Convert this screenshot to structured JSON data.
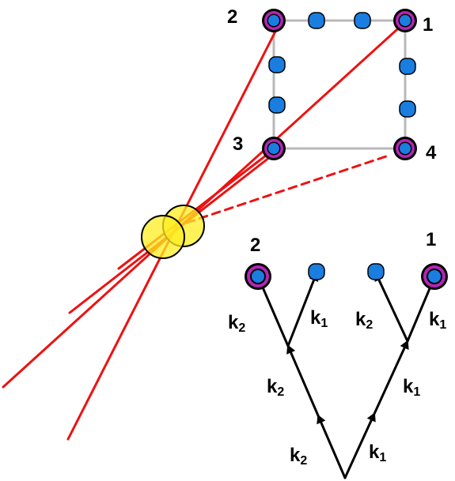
{
  "colors": {
    "ray": "#ee1111",
    "grid": "#b8b8b8",
    "dot": "#1a7de0",
    "ring": "#b426b4",
    "outline": "#000000",
    "vertex": "#ffee22"
  },
  "corners": [
    {
      "key": "c1",
      "label": "1"
    },
    {
      "key": "c2",
      "label": "2"
    },
    {
      "key": "c3",
      "label": "3"
    },
    {
      "key": "c4",
      "label": "4"
    }
  ],
  "tree": {
    "leaf_left": "2",
    "leaf_right": "1",
    "edges": [
      {
        "key": "e1",
        "base": "k",
        "sub": "2"
      },
      {
        "key": "e2",
        "base": "k",
        "sub": "1"
      },
      {
        "key": "e3",
        "base": "k",
        "sub": "2"
      },
      {
        "key": "e4",
        "base": "k",
        "sub": "1"
      },
      {
        "key": "e5",
        "base": "k",
        "sub": "2"
      },
      {
        "key": "e6",
        "base": "k",
        "sub": "1"
      },
      {
        "key": "e7",
        "base": "k",
        "sub": "2"
      },
      {
        "key": "e8",
        "base": "k",
        "sub": "1"
      }
    ]
  }
}
